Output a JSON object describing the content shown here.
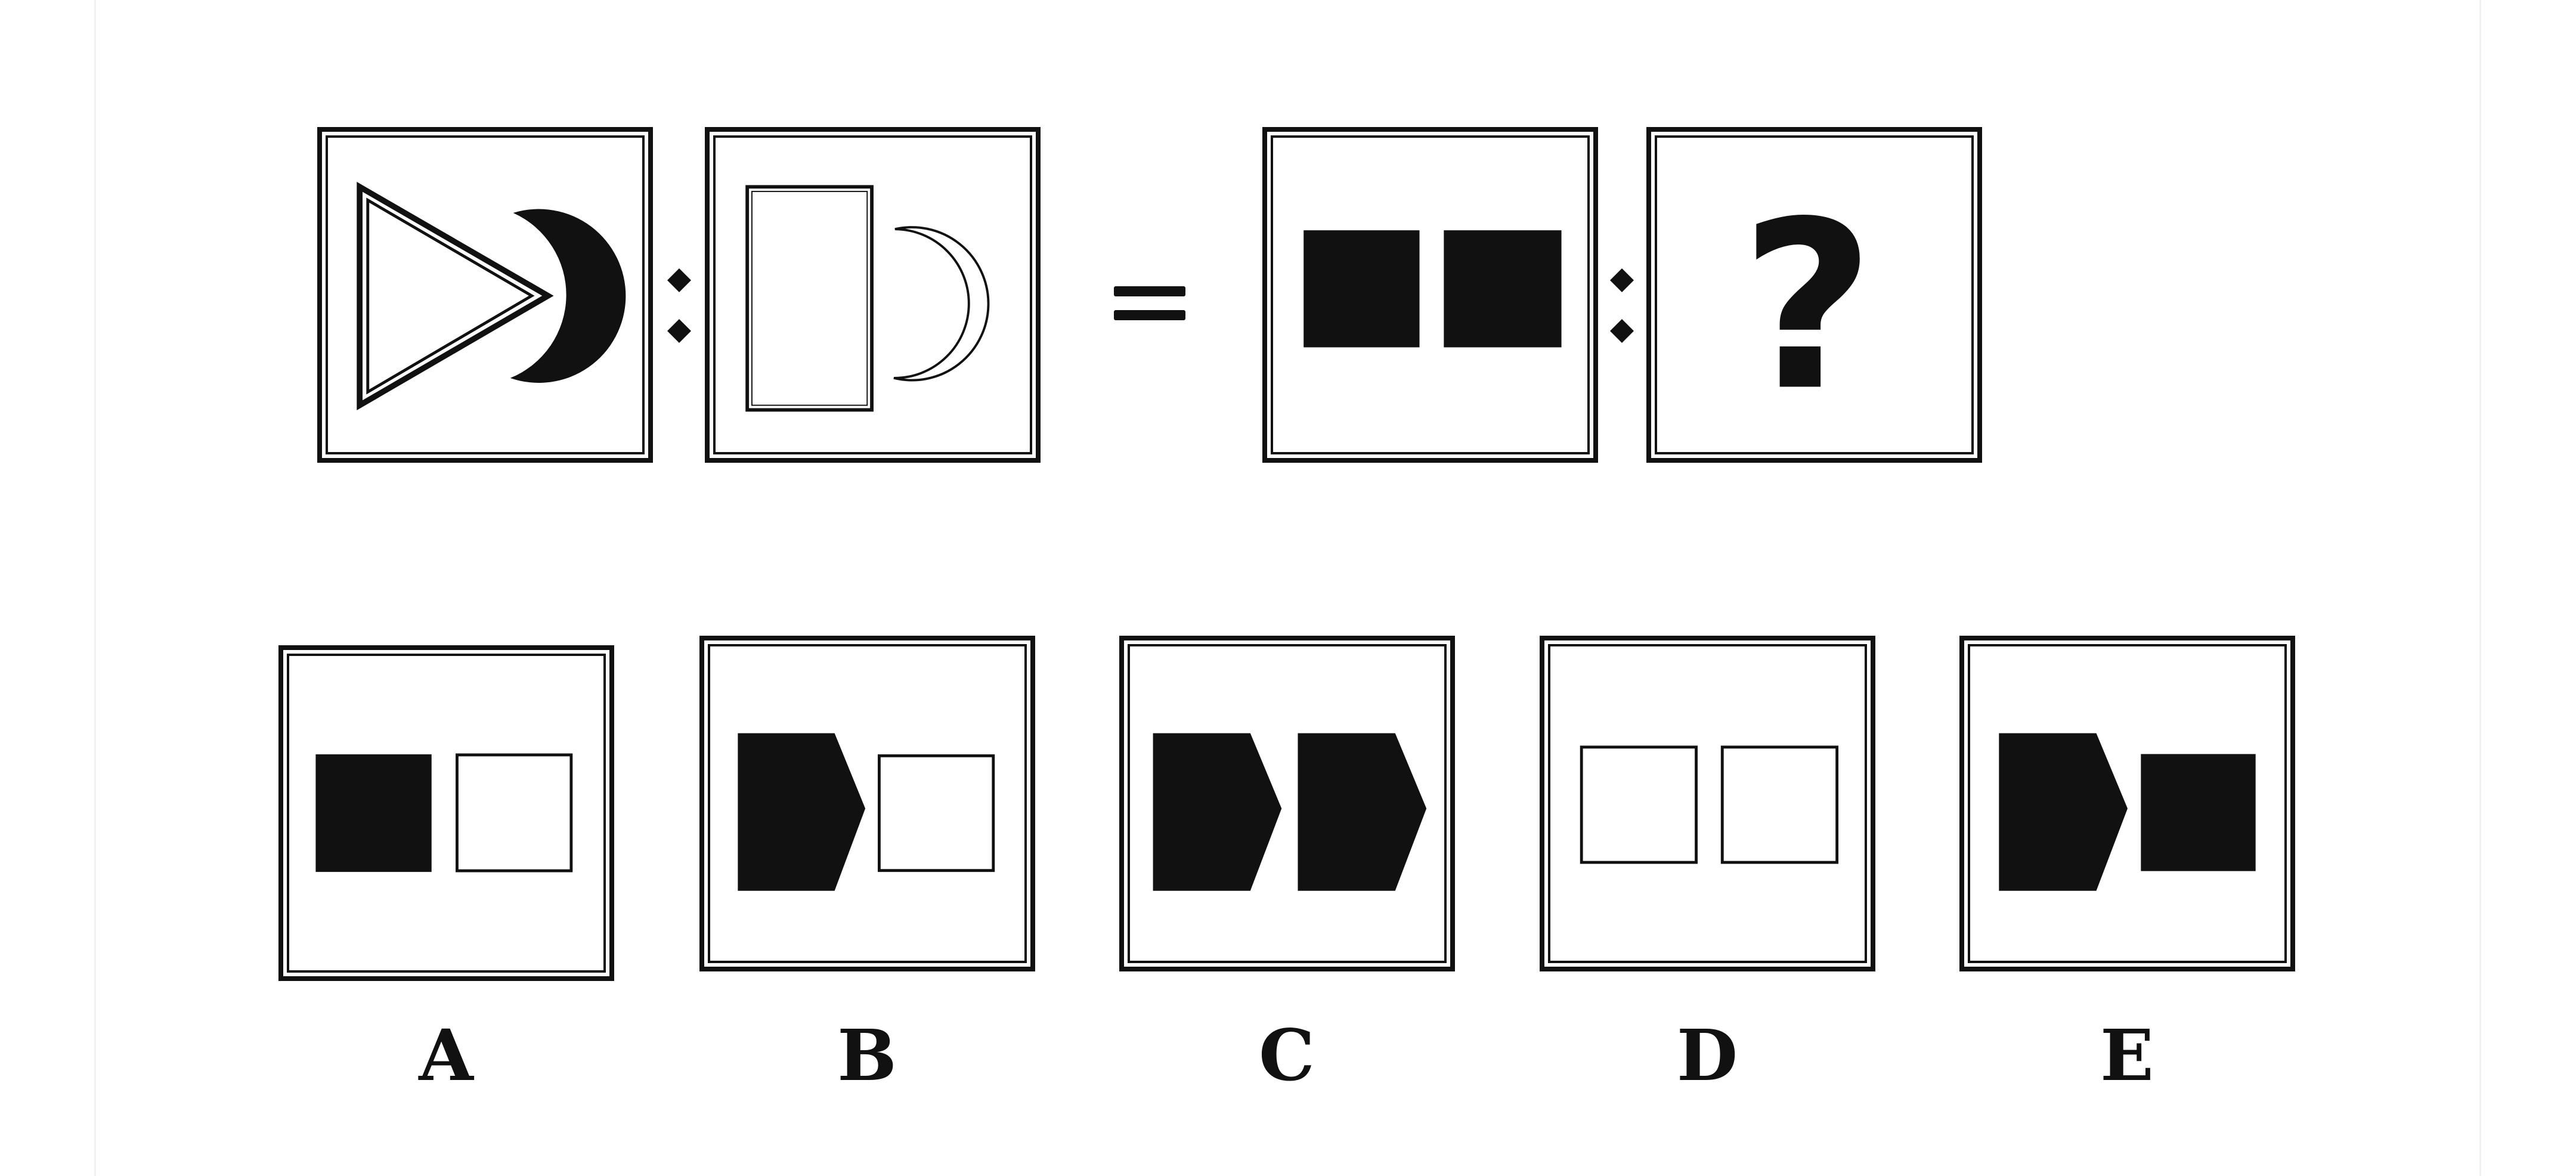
{
  "question_mark": "?",
  "options": [
    {
      "label": "A"
    },
    {
      "label": "B"
    },
    {
      "label": "C"
    },
    {
      "label": "D"
    },
    {
      "label": "E"
    }
  ],
  "colors": {
    "ink": "#111111",
    "background": "#ffffff"
  }
}
